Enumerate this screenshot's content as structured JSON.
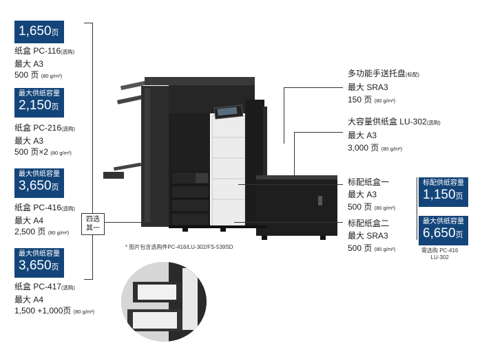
{
  "left": {
    "b1": {
      "value": "1,650",
      "unit": "页"
    },
    "s1": {
      "name": "纸盒 PC-116",
      "opt": "(选购)",
      "size": "最大 A3",
      "cap": "500 页",
      "weight": "(80 g/m²)"
    },
    "b2": {
      "label": "最大供纸容量",
      "value": "2,150",
      "unit": "页"
    },
    "s2": {
      "name": "纸盒 PC-216",
      "opt": "(选购)",
      "size": "最大 A3",
      "cap": "500 页×2",
      "weight": "(80 g/m²)"
    },
    "b3": {
      "label": "最大供纸容量",
      "value": "3,650",
      "unit": "页"
    },
    "s3": {
      "name": "纸盒 PC-416",
      "opt": "(选购)",
      "size": "最大 A4",
      "cap": "2,500 页",
      "weight": "(80 g/m²)"
    },
    "b4": {
      "label": "最大供纸容量",
      "value": "3,650",
      "unit": "页"
    },
    "s4": {
      "name": "纸盒 PC-417",
      "opt": "(选购)",
      "size": "最大 A4",
      "cap": "1,500 +1,000页",
      "weight": "(80 g/m²)"
    }
  },
  "choice": {
    "line1": "四选",
    "line2": "其一"
  },
  "note": "* 图片包含选购件PC-416/LU-302/FS-539SD",
  "right": {
    "r1": {
      "name": "多功能手送托盘",
      "tag": "(标配)",
      "size": "最大 SRA3",
      "cap": "150 页",
      "weight": "(80 g/m²)"
    },
    "r2": {
      "name": "大容量供纸盒 LU-302",
      "tag": "(选购)",
      "size": "最大 A3",
      "cap": "3,000 页",
      "weight": "(80 g/m²)"
    },
    "r3": {
      "name": "标配纸盒一",
      "size": "最大 A3",
      "cap": "500 页",
      "weight": "(80 g/m²)"
    },
    "r4": {
      "name": "标配纸盒二",
      "size": "最大 SRA3",
      "cap": "500 页",
      "weight": "(80 g/m²)"
    },
    "b5": {
      "label": "标配供纸容量",
      "value": "1,150",
      "unit": "页"
    },
    "b6": {
      "label": "最大供纸容量",
      "value": "6,650",
      "unit": "页"
    },
    "req1": "需选购 PC-416",
    "req2": "LU-302"
  },
  "colors": {
    "badge": "#14457a",
    "line": "#333333"
  }
}
